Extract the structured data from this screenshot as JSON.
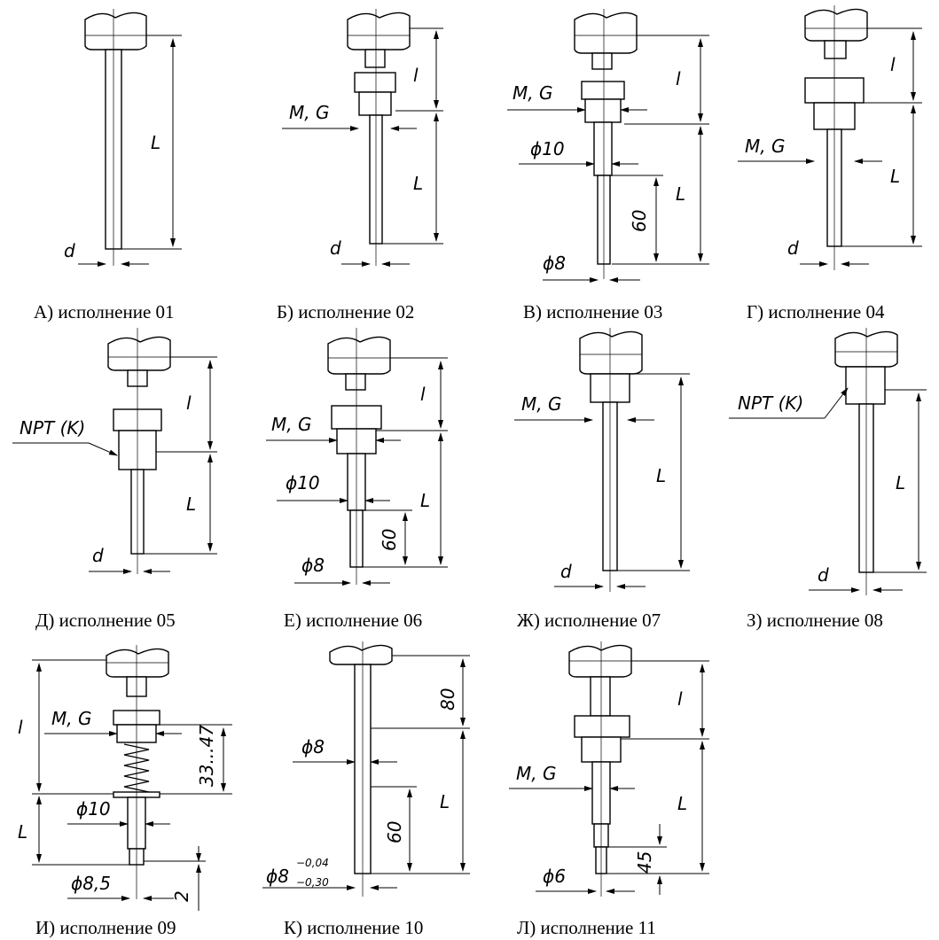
{
  "captions": {
    "v01": "А) исполнение 01",
    "v02": "Б) исполнение 02",
    "v03": "В) исполнение 03",
    "v04": "Г) исполнение 04",
    "v05": "Д) исполнение 05",
    "v06": "Е) исполнение 06",
    "v07": "Ж) исполнение 07",
    "v08": "З) исполнение 08",
    "v09": "И) исполнение 09",
    "v10": "К) исполнение 10",
    "v11": "Л) исполнение 11"
  },
  "labels": {
    "L": "L",
    "l": "l",
    "d": "d",
    "thread_mg": "M, G",
    "thread_npt": "NPT (K)",
    "dia10": "ϕ10",
    "dia8": "ϕ8",
    "dia8_5": "ϕ8,5",
    "dia6": "ϕ6",
    "len60": "60",
    "len80": "80",
    "len45": "45",
    "len2": "2",
    "range33_47": "33...47",
    "tol_upper": "−0,04",
    "tol_lower": "−0,30"
  }
}
